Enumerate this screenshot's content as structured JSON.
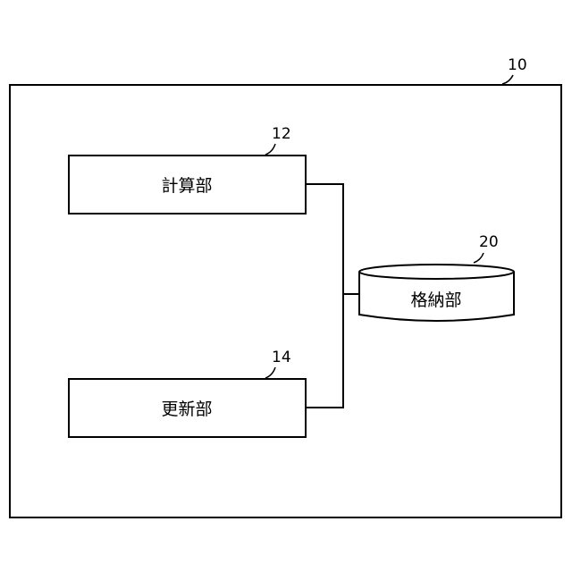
{
  "diagram": {
    "system": {
      "ref": "10"
    },
    "calculation_unit": {
      "ref": "12",
      "label": "計算部"
    },
    "update_unit": {
      "ref": "14",
      "label": "更新部"
    },
    "storage_unit": {
      "ref": "20",
      "label": "格納部"
    }
  }
}
